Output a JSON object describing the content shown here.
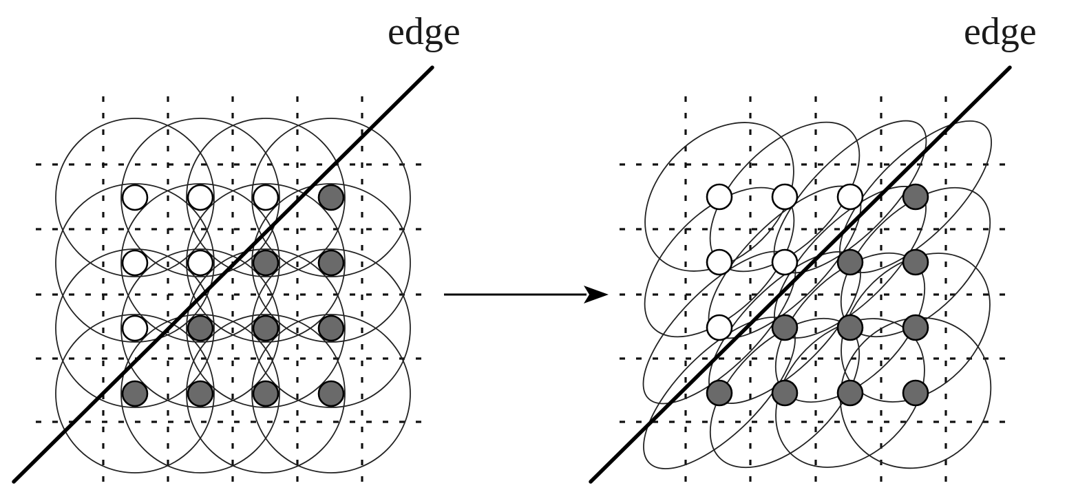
{
  "left_panel": {
    "edge_label": "edge",
    "pixels": [
      [
        "light",
        "light",
        "light",
        "dark"
      ],
      [
        "light",
        "light",
        "dark",
        "dark"
      ],
      [
        "light",
        "dark",
        "dark",
        "dark"
      ],
      [
        "dark",
        "dark",
        "dark",
        "dark"
      ]
    ],
    "kernel_shape": "circle"
  },
  "right_panel": {
    "edge_label": "edge",
    "pixels": [
      [
        "light",
        "light",
        "light",
        "dark"
      ],
      [
        "light",
        "light",
        "dark",
        "dark"
      ],
      [
        "light",
        "dark",
        "dark",
        "dark"
      ],
      [
        "dark",
        "dark",
        "dark",
        "dark"
      ]
    ],
    "kernel_shape": "ellipse"
  },
  "colors": {
    "dark_pixel": "#6a6a6a",
    "light_pixel": "#ffffff",
    "lines": "#000000"
  }
}
